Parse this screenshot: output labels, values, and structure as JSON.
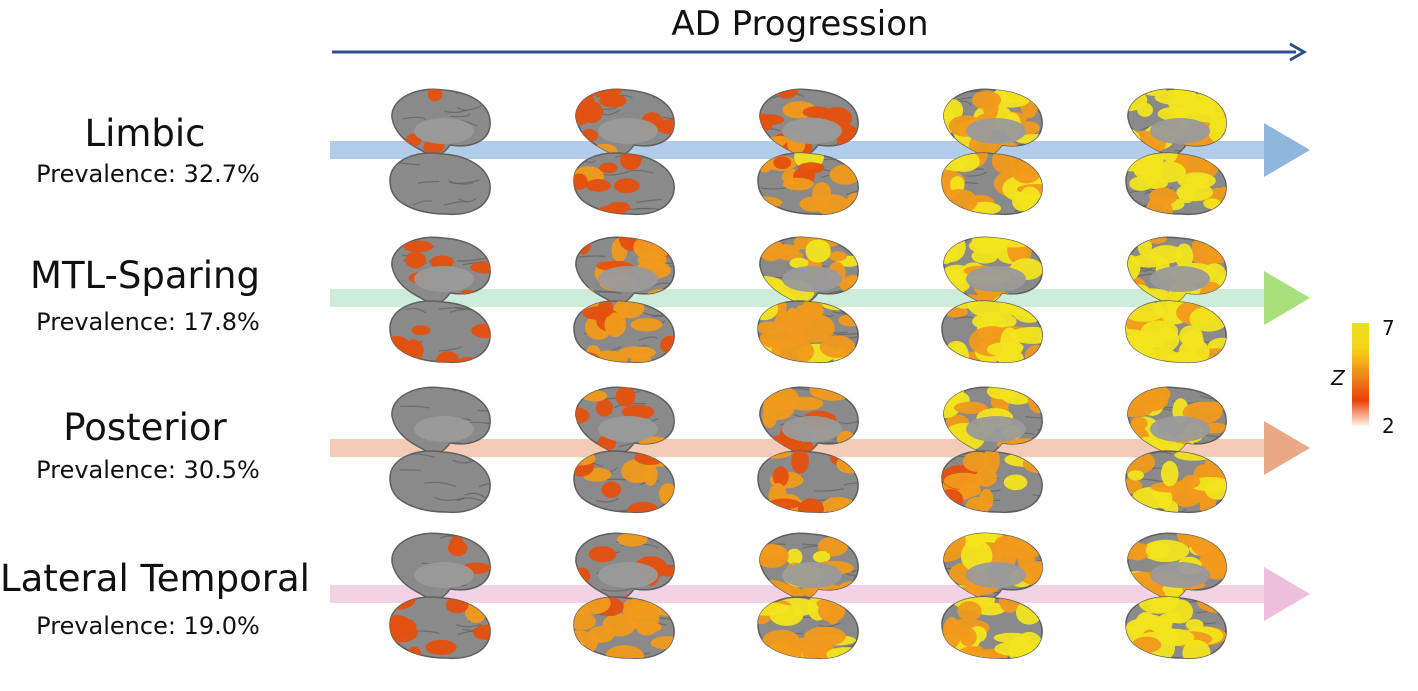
{
  "title": "AD Progression",
  "subtypes": [
    {
      "name": "Limbic",
      "prevalence": "Prevalence: 32.7%",
      "arrow_color": "#a9c6e6",
      "head_color": "#8fb6dc",
      "stages": [
        {
          "medial": 0.15,
          "lateral": 0.0
        },
        {
          "medial": 0.35,
          "lateral": 0.3
        },
        {
          "medial": 0.5,
          "lateral": 0.6
        },
        {
          "medial": 0.8,
          "lateral": 0.8
        },
        {
          "medial": 0.85,
          "lateral": 0.9
        }
      ]
    },
    {
      "name": "MTL-Sparing",
      "prevalence": "Prevalence: 17.8%",
      "arrow_color": "#c8ead6",
      "head_color": "#a8e07e",
      "stages": [
        {
          "medial": 0.25,
          "lateral": 0.3
        },
        {
          "medial": 0.55,
          "lateral": 0.6
        },
        {
          "medial": 0.75,
          "lateral": 0.75
        },
        {
          "medial": 0.85,
          "lateral": 0.9
        },
        {
          "medial": 0.9,
          "lateral": 0.9
        }
      ]
    },
    {
      "name": "Posterior",
      "prevalence": "Prevalence: 30.5%",
      "arrow_color": "#f3c7ad",
      "head_color": "#eba888",
      "stages": [
        {
          "medial": 0.0,
          "lateral": 0.0
        },
        {
          "medial": 0.3,
          "lateral": 0.45
        },
        {
          "medial": 0.6,
          "lateral": 0.55
        },
        {
          "medial": 0.75,
          "lateral": 0.6
        },
        {
          "medial": 0.8,
          "lateral": 0.75
        }
      ]
    },
    {
      "name": "Lateral Temporal",
      "prevalence": "Prevalence: 19.0%",
      "arrow_color": "#f2cde3",
      "head_color": "#eebfdc",
      "stages": [
        {
          "medial": 0.15,
          "lateral": 0.35
        },
        {
          "medial": 0.4,
          "lateral": 0.7
        },
        {
          "medial": 0.7,
          "lateral": 0.8
        },
        {
          "medial": 0.85,
          "lateral": 0.9
        },
        {
          "medial": 0.9,
          "lateral": 0.9
        }
      ]
    }
  ],
  "colorbar": {
    "max_label": "7",
    "min_label": "2",
    "axis_label": "Z",
    "colors": [
      "#fff4e8",
      "#e8400a",
      "#f08a1a",
      "#f6d21a",
      "#e8e01a"
    ]
  },
  "colors": {
    "progression_arrow": "#2d4d8e",
    "brain_gray": "#8a8a8a",
    "brain_dark": "#5f5f5f",
    "low": "#e4500f",
    "mid": "#f19a1c",
    "high": "#f2e41e"
  }
}
